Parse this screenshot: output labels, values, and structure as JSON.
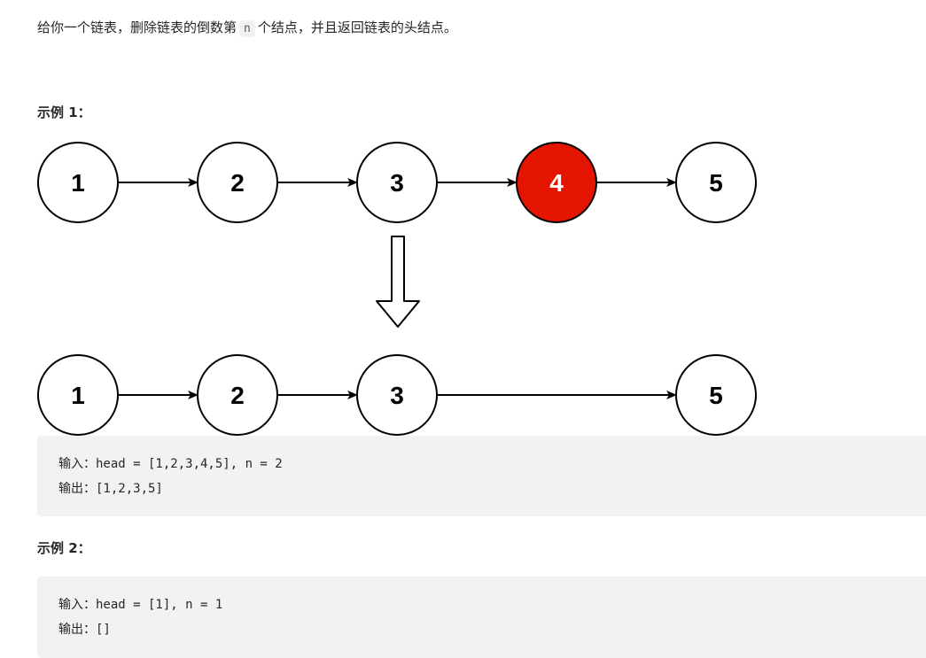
{
  "description": {
    "before": "给你一个链表，删除链表的倒数第",
    "code": "n",
    "after": "个结点，并且返回链表的头结点。"
  },
  "examples": [
    {
      "title": "示例 1：",
      "input_label": "输入：",
      "input_value": "head = [1,2,3,4,5], n = 2",
      "output_label": "输出：",
      "output_value": "[1,2,3,5]"
    },
    {
      "title": "示例 2：",
      "input_label": "输入：",
      "input_value": "head = [1], n = 1",
      "output_label": "输出：",
      "output_value": "[]"
    }
  ],
  "diagram": {
    "before": [
      "1",
      "2",
      "3",
      "4",
      "5"
    ],
    "removed_index": 3,
    "after": [
      "1",
      "2",
      "3",
      "5"
    ],
    "colors": {
      "stroke": "#000000",
      "node_fill": "#ffffff",
      "removed_fill": "#e51400",
      "removed_text": "#ffffff"
    }
  }
}
